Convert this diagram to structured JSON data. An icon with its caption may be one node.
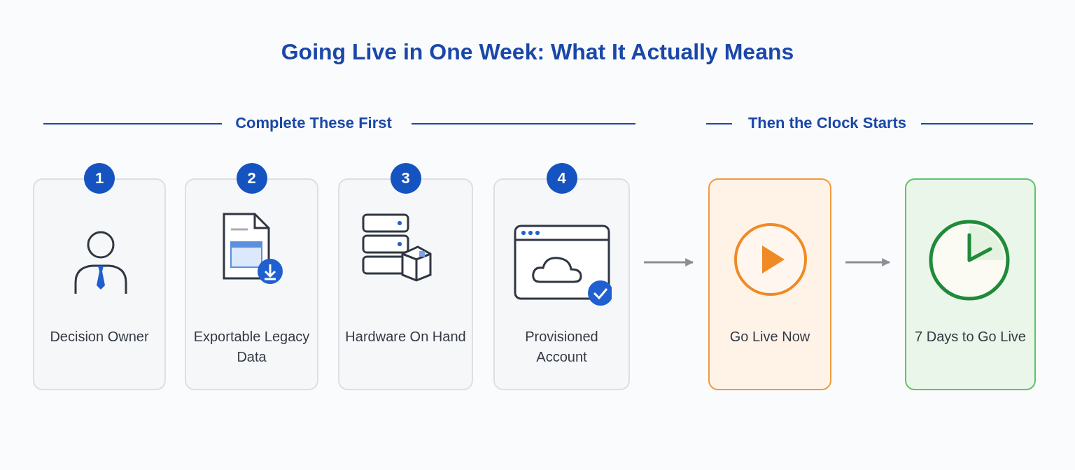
{
  "diagram": {
    "title": "Going Live in One Week: What It Actually Means",
    "nodes": [
      {
        "text": [
          "1",
          "Decision Owner"
        ]
      },
      {
        "text": [
          "2",
          "Exportable Legacy Data"
        ]
      },
      {
        "text": [
          "3",
          "Hardware On Hand"
        ]
      },
      {
        "text": [
          "4",
          "Provisioned Account"
        ]
      },
      {
        "text": [
          "Go Live Now"
        ]
      },
      {
        "text": [
          "7 Days to Go Live"
        ]
      }
    ],
    "edges": [
      {
        "from": 3,
        "to": 4,
        "arrow": "to"
      },
      {
        "from": 4,
        "to": 5,
        "arrow": "to"
      }
    ],
    "labels": [
      "Complete These First",
      "Then the Clock Starts"
    ]
  }
}
